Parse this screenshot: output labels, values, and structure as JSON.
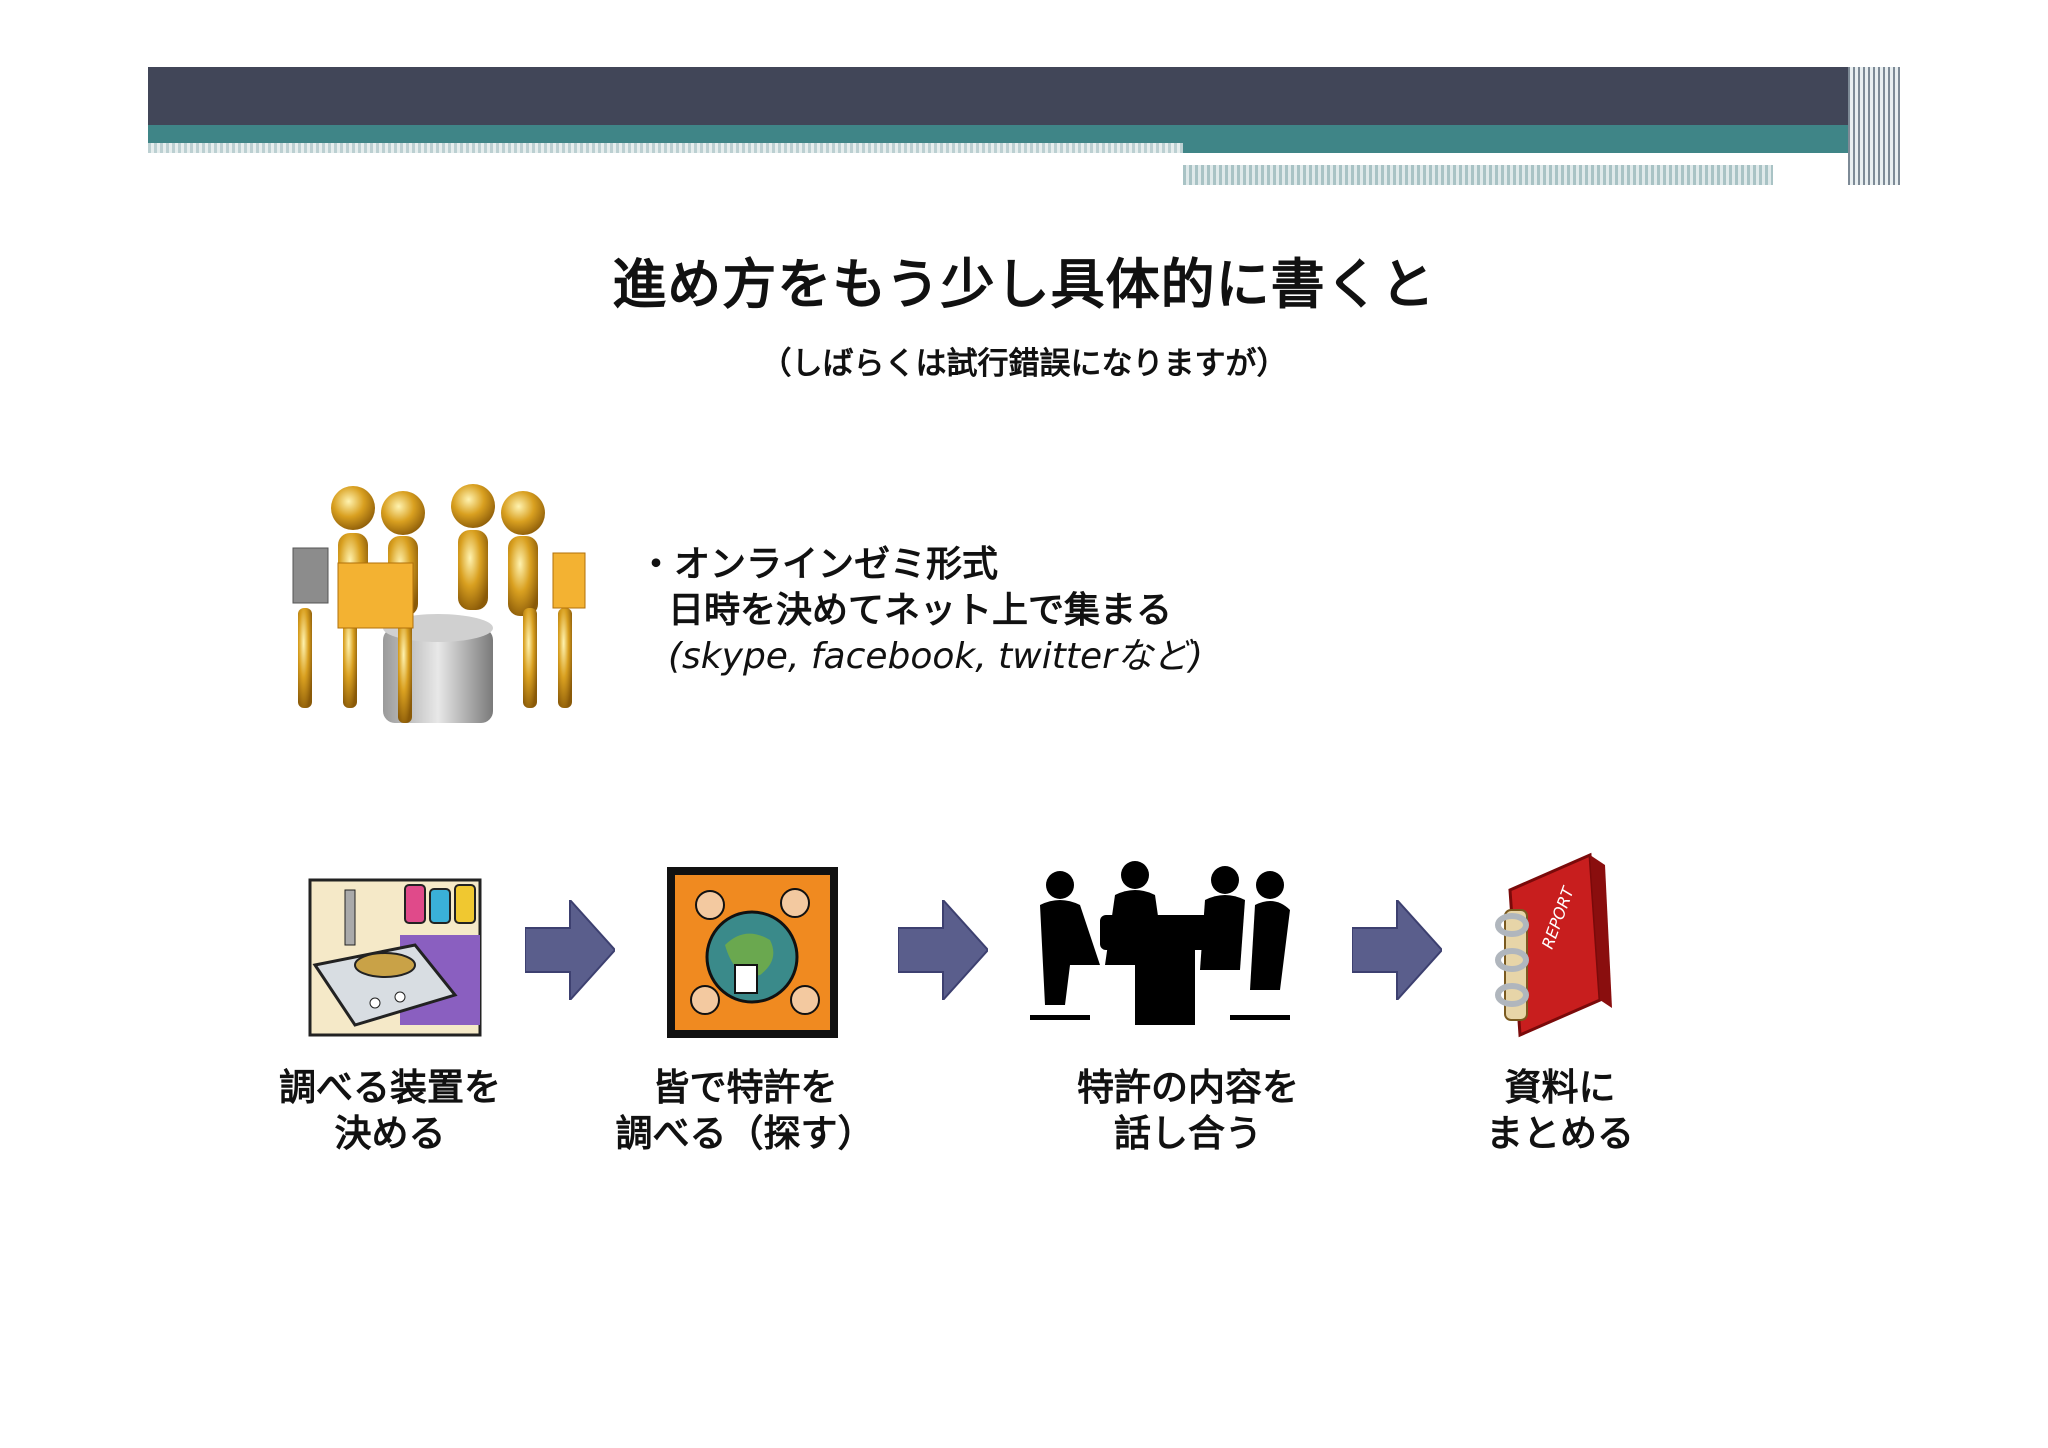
{
  "slide": {
    "title": "進め方をもう少し具体的に書くと",
    "subtitle": "（しばらくは試行錯誤になりますが）"
  },
  "bullet": {
    "line1": "・オンラインゼミ形式",
    "line2": "日時を決めてネット上で集まる",
    "line3": "(skype, facebook, twitterなど)"
  },
  "steps": [
    {
      "label_line1": "調べる装置を",
      "label_line2": "決める",
      "icon": "lab-equipment-icon"
    },
    {
      "label_line1": "皆で特許を",
      "label_line2": "調べる（探す）",
      "icon": "globe-meeting-icon"
    },
    {
      "label_line1": "特許の内容を",
      "label_line2": "話し合う",
      "icon": "meeting-silhouette-icon"
    },
    {
      "label_line1": "資料に",
      "label_line2": "まとめる",
      "icon": "report-binder-icon"
    }
  ],
  "colors": {
    "header_dark": "#414658",
    "header_teal": "#3f8587",
    "arrow": "#5a5e8c"
  }
}
